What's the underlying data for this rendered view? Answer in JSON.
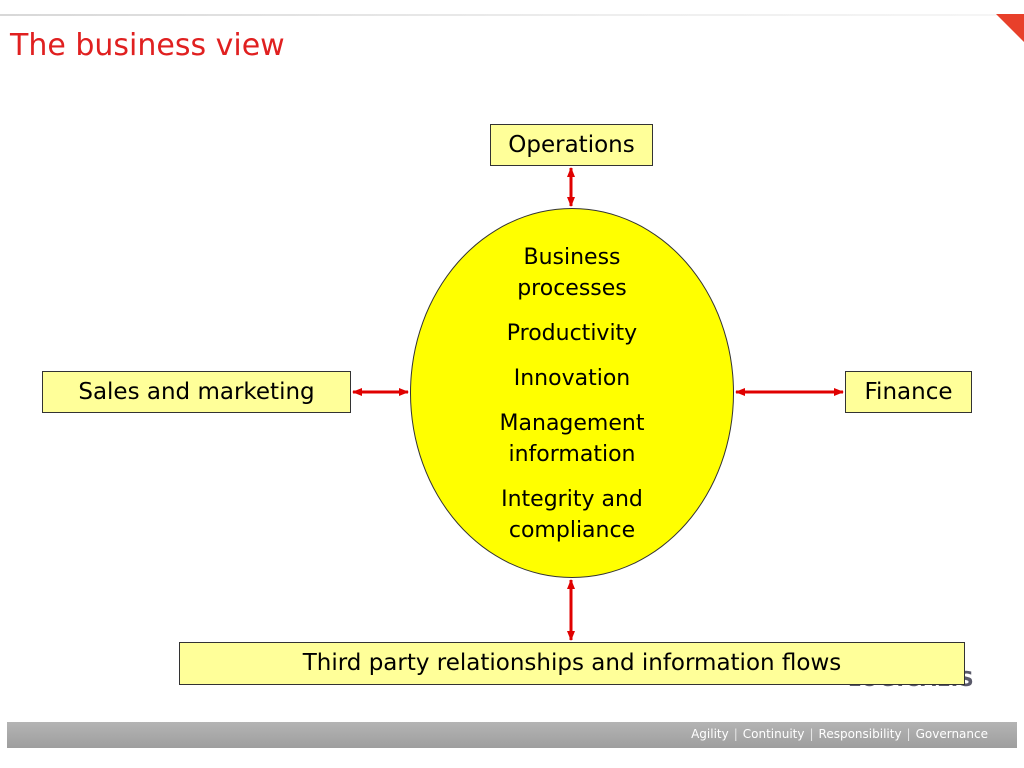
{
  "slide": {
    "title": "The business view"
  },
  "diagram": {
    "nodes": {
      "operations": "Operations",
      "sales": "Sales and marketing",
      "finance": "Finance",
      "third_party": "Third party relationships and information flows"
    },
    "center_items": [
      "Business processes",
      "Productivity",
      "Innovation",
      "Management information",
      "Integrity and compliance"
    ],
    "center_lines": [
      [
        "Business",
        "processes"
      ],
      [
        "Productivity"
      ],
      [
        "Innovation"
      ],
      [
        "Management",
        "information"
      ],
      [
        "Integrity and",
        "compliance"
      ]
    ],
    "links": [
      {
        "from": "center",
        "to": "operations",
        "type": "bidirectional"
      },
      {
        "from": "center",
        "to": "sales",
        "type": "bidirectional"
      },
      {
        "from": "center",
        "to": "finance",
        "type": "bidirectional"
      },
      {
        "from": "center",
        "to": "third_party",
        "type": "bidirectional"
      }
    ],
    "colors": {
      "box_fill": "#ffff99",
      "center_fill": "#ffff00",
      "arrow": "#e00000",
      "title": "#e02020"
    }
  },
  "footer": {
    "logo_text": "LOGICALIS",
    "tagline": [
      "Agility",
      "Continuity",
      "Responsibility",
      "Governance"
    ]
  }
}
